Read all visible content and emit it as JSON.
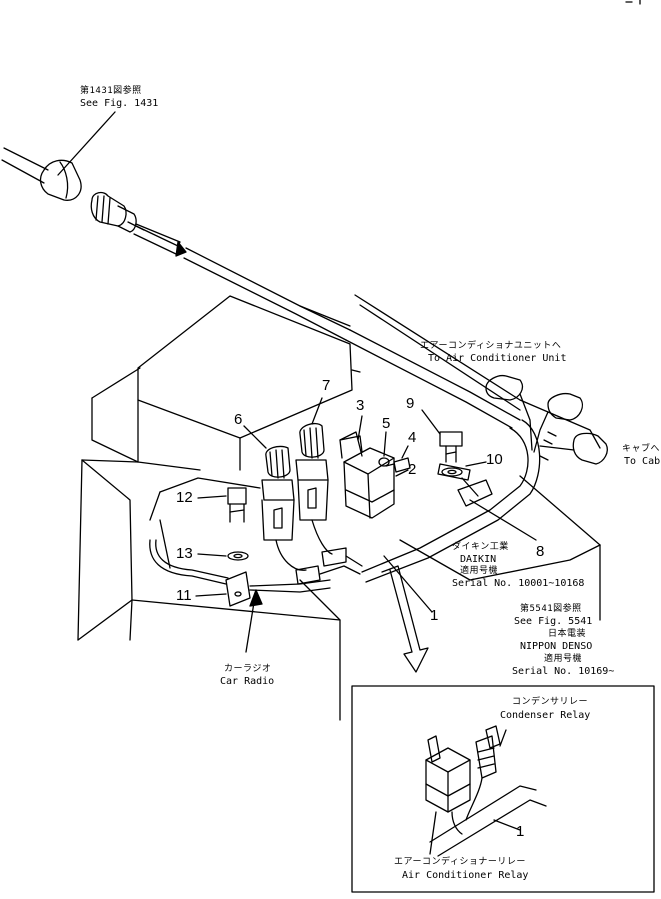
{
  "callouts": {
    "see_fig_1431": {
      "jp": "第1431図参照",
      "en": "See Fig. 1431"
    },
    "to_ac_unit": {
      "jp": "エアーコンディショナユニットへ",
      "en": "To Air Conditioner Unit"
    },
    "to_cab": {
      "jp": "キャブへ",
      "en": "To Cab"
    },
    "daikin": {
      "jp": "ダイキン工業",
      "en": "DAIKIN",
      "applies_jp": "適用号機",
      "serial": "Serial No. 10001~10168"
    },
    "denso": {
      "see_jp": "第5541図参照",
      "see_en": "See Fig. 5541",
      "jp": "日本電装",
      "en": "NIPPON DENSO",
      "applies_jp": "適用号機",
      "serial": "Serial No. 10169~"
    },
    "car_radio": {
      "jp": "カーラジオ",
      "en": "Car Radio"
    },
    "condenser_relay": {
      "jp": "コンデンサリレー",
      "en": "Condenser Relay"
    },
    "ac_relay": {
      "jp": "エアーコンディショナーリレー",
      "en": "Air Conditioner Relay"
    }
  },
  "part_numbers": {
    "p1": "1",
    "p2": "2",
    "p3": "3",
    "p4": "4",
    "p5": "5",
    "p6": "6",
    "p7": "7",
    "p8": "8",
    "p9": "9",
    "p10": "10",
    "p11": "11",
    "p12": "12",
    "p13": "13",
    "inset_p1": "1"
  }
}
